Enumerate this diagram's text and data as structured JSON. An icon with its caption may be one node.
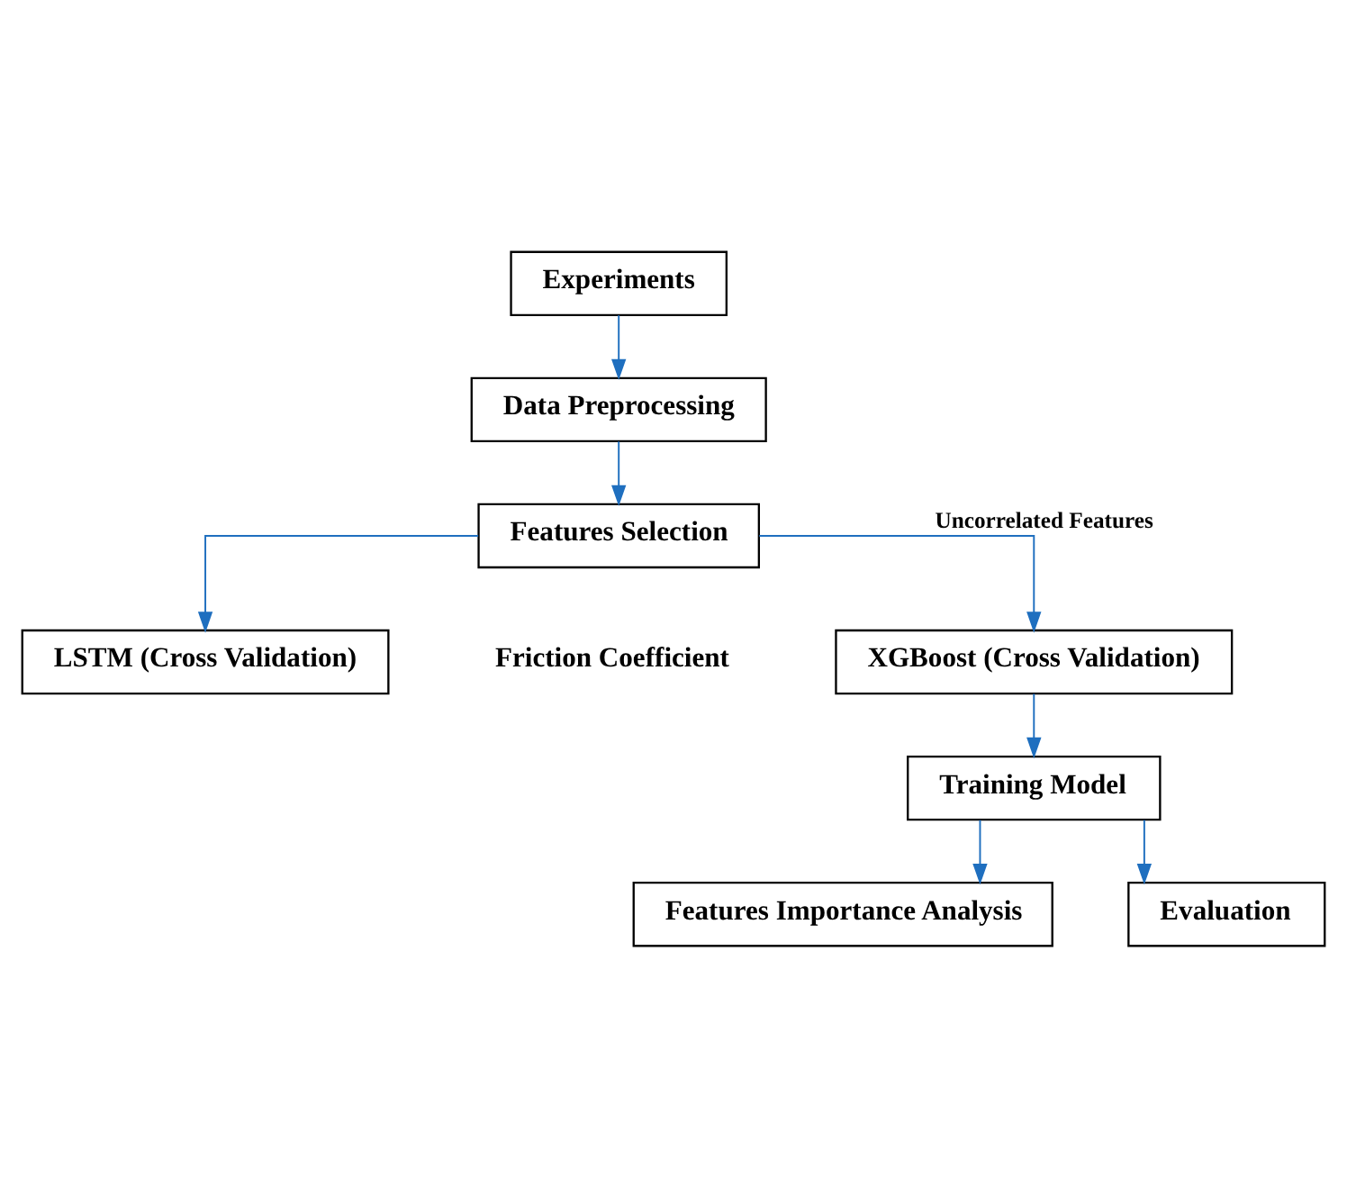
{
  "diagram": {
    "nodes": [
      {
        "text": [
          "Experiments"
        ]
      },
      {
        "text": [
          "Data Preprocessing"
        ]
      },
      {
        "text": [
          "Features Selection"
        ]
      },
      {
        "text": [
          "LSTM (Cross Validation)"
        ]
      },
      {
        "text": [
          "XGBoost (Cross Validation)"
        ]
      },
      {
        "text": [
          "Training Model"
        ]
      },
      {
        "text": [
          "Features Importance Analysis"
        ]
      },
      {
        "text": [
          "Evaluation"
        ]
      }
    ],
    "edges": [
      {
        "from": 0,
        "to": 1,
        "arrow": "to"
      },
      {
        "from": 1,
        "to": 2,
        "arrow": "to"
      },
      {
        "from": 2,
        "to": 3,
        "arrow": "to"
      },
      {
        "from": 2,
        "to": 4,
        "arrow": "to",
        "label": "Uncorrelated Features"
      },
      {
        "from": 4,
        "to": 5,
        "arrow": "to"
      },
      {
        "from": 5,
        "to": 6,
        "arrow": "to"
      },
      {
        "from": 5,
        "to": 7,
        "arrow": "to"
      }
    ],
    "labels": [
      "Friction Coefficient"
    ]
  }
}
